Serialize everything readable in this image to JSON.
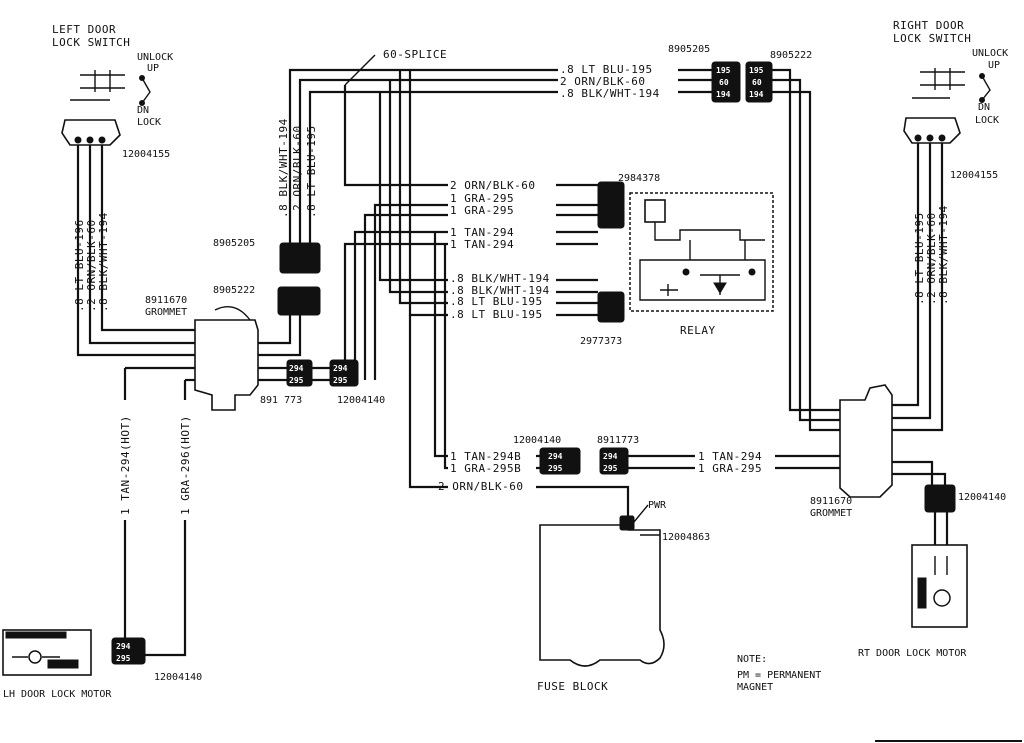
{
  "components": {
    "left_switch": {
      "title1": "LEFT DOOR",
      "title2": "LOCK SWITCH",
      "unlock": "UNLOCK",
      "up": "UP",
      "dn": "DN",
      "lock": "LOCK",
      "part": "12004155"
    },
    "right_switch": {
      "title1": "RIGHT DOOR",
      "title2": "LOCK SWITCH",
      "unlock": "UNLOCK",
      "up": "UP",
      "dn": "DN",
      "lock": "LOCK",
      "part": "12004155"
    },
    "splice": "60-SPLICE",
    "relay": {
      "label": "RELAY",
      "part_top": "2984378",
      "part_bottom": "2977373"
    },
    "fuse_block": {
      "label": "FUSE BLOCK",
      "pwr": "PWR",
      "part": "12004863"
    },
    "lh_motor": {
      "label": "LH DOOR LOCK MOTOR",
      "conn": "12004140"
    },
    "rt_motor": {
      "label": "RT DOOR LOCK MOTOR",
      "conn": "12004140"
    },
    "grommet_left": {
      "part": "8911670",
      "label": "GROMMET"
    },
    "grommet_right": {
      "part": "8911670",
      "label": "GROMMET"
    },
    "connectors": {
      "c8905205_top": "8905205",
      "c8905222_top": "8905222",
      "c8905205_left": "8905205",
      "c8905222_left": "8905222",
      "c891773_left": "891 773",
      "c12004140_left": "12004140",
      "c12004140_mid": "12004140",
      "c8911773_mid": "8911773"
    },
    "note": {
      "line1": "NOTE:",
      "line2": "PM = PERMANENT",
      "line3": "MAGNET"
    }
  },
  "wires": {
    "top_ltblu": ".8 LT BLU-195",
    "top_orn": "2 ORN/BLK-60",
    "top_blk": ".8 BLK/WHT-194",
    "v_blk": ".8 BLK/WHT-194",
    "v_orn": ".2 ORN/BLK-60",
    "v_ltblu": ".8 LT BLU-195",
    "left_ltblu": ".8 LT BLU-196",
    "left_orn": ".2 ORN/BLK-60",
    "left_blk": ".8 BLK/WHT-194",
    "right_ltblu": ".8 LT BLU-195",
    "right_orn": ".2 ORN/BLK-60",
    "right_blk": ".8 BLK/WHT-194",
    "r_orn": "2 ORN/BLK-60",
    "r_gra1": "1 GRA-295",
    "r_gra2": "1 GRA-295",
    "r_tan1": "1 TAN-294",
    "r_tan2": "1 TAN-294",
    "r_blk1": ".8 BLK/WHT-194",
    "r_blk2": ".8 BLK/WHT-194",
    "r_ltblu1": ".8 LT BLU-195",
    "r_ltblu2": ".8 LT BLU-195",
    "lh_tan": "1 TAN-294(HOT)",
    "lh_gra": "1 GRA-296(HOT)",
    "mid_tan": "1 TAN-294B",
    "mid_gra": "1 GRA-295B",
    "mid_orn": "2 ORN/BLK-60",
    "rt_tan": "1 TAN-294",
    "rt_gra": "1 GRA-295"
  },
  "pins": {
    "p195": "195",
    "p60": "60",
    "p194": "194",
    "p294": "294",
    "p295": "295"
  }
}
